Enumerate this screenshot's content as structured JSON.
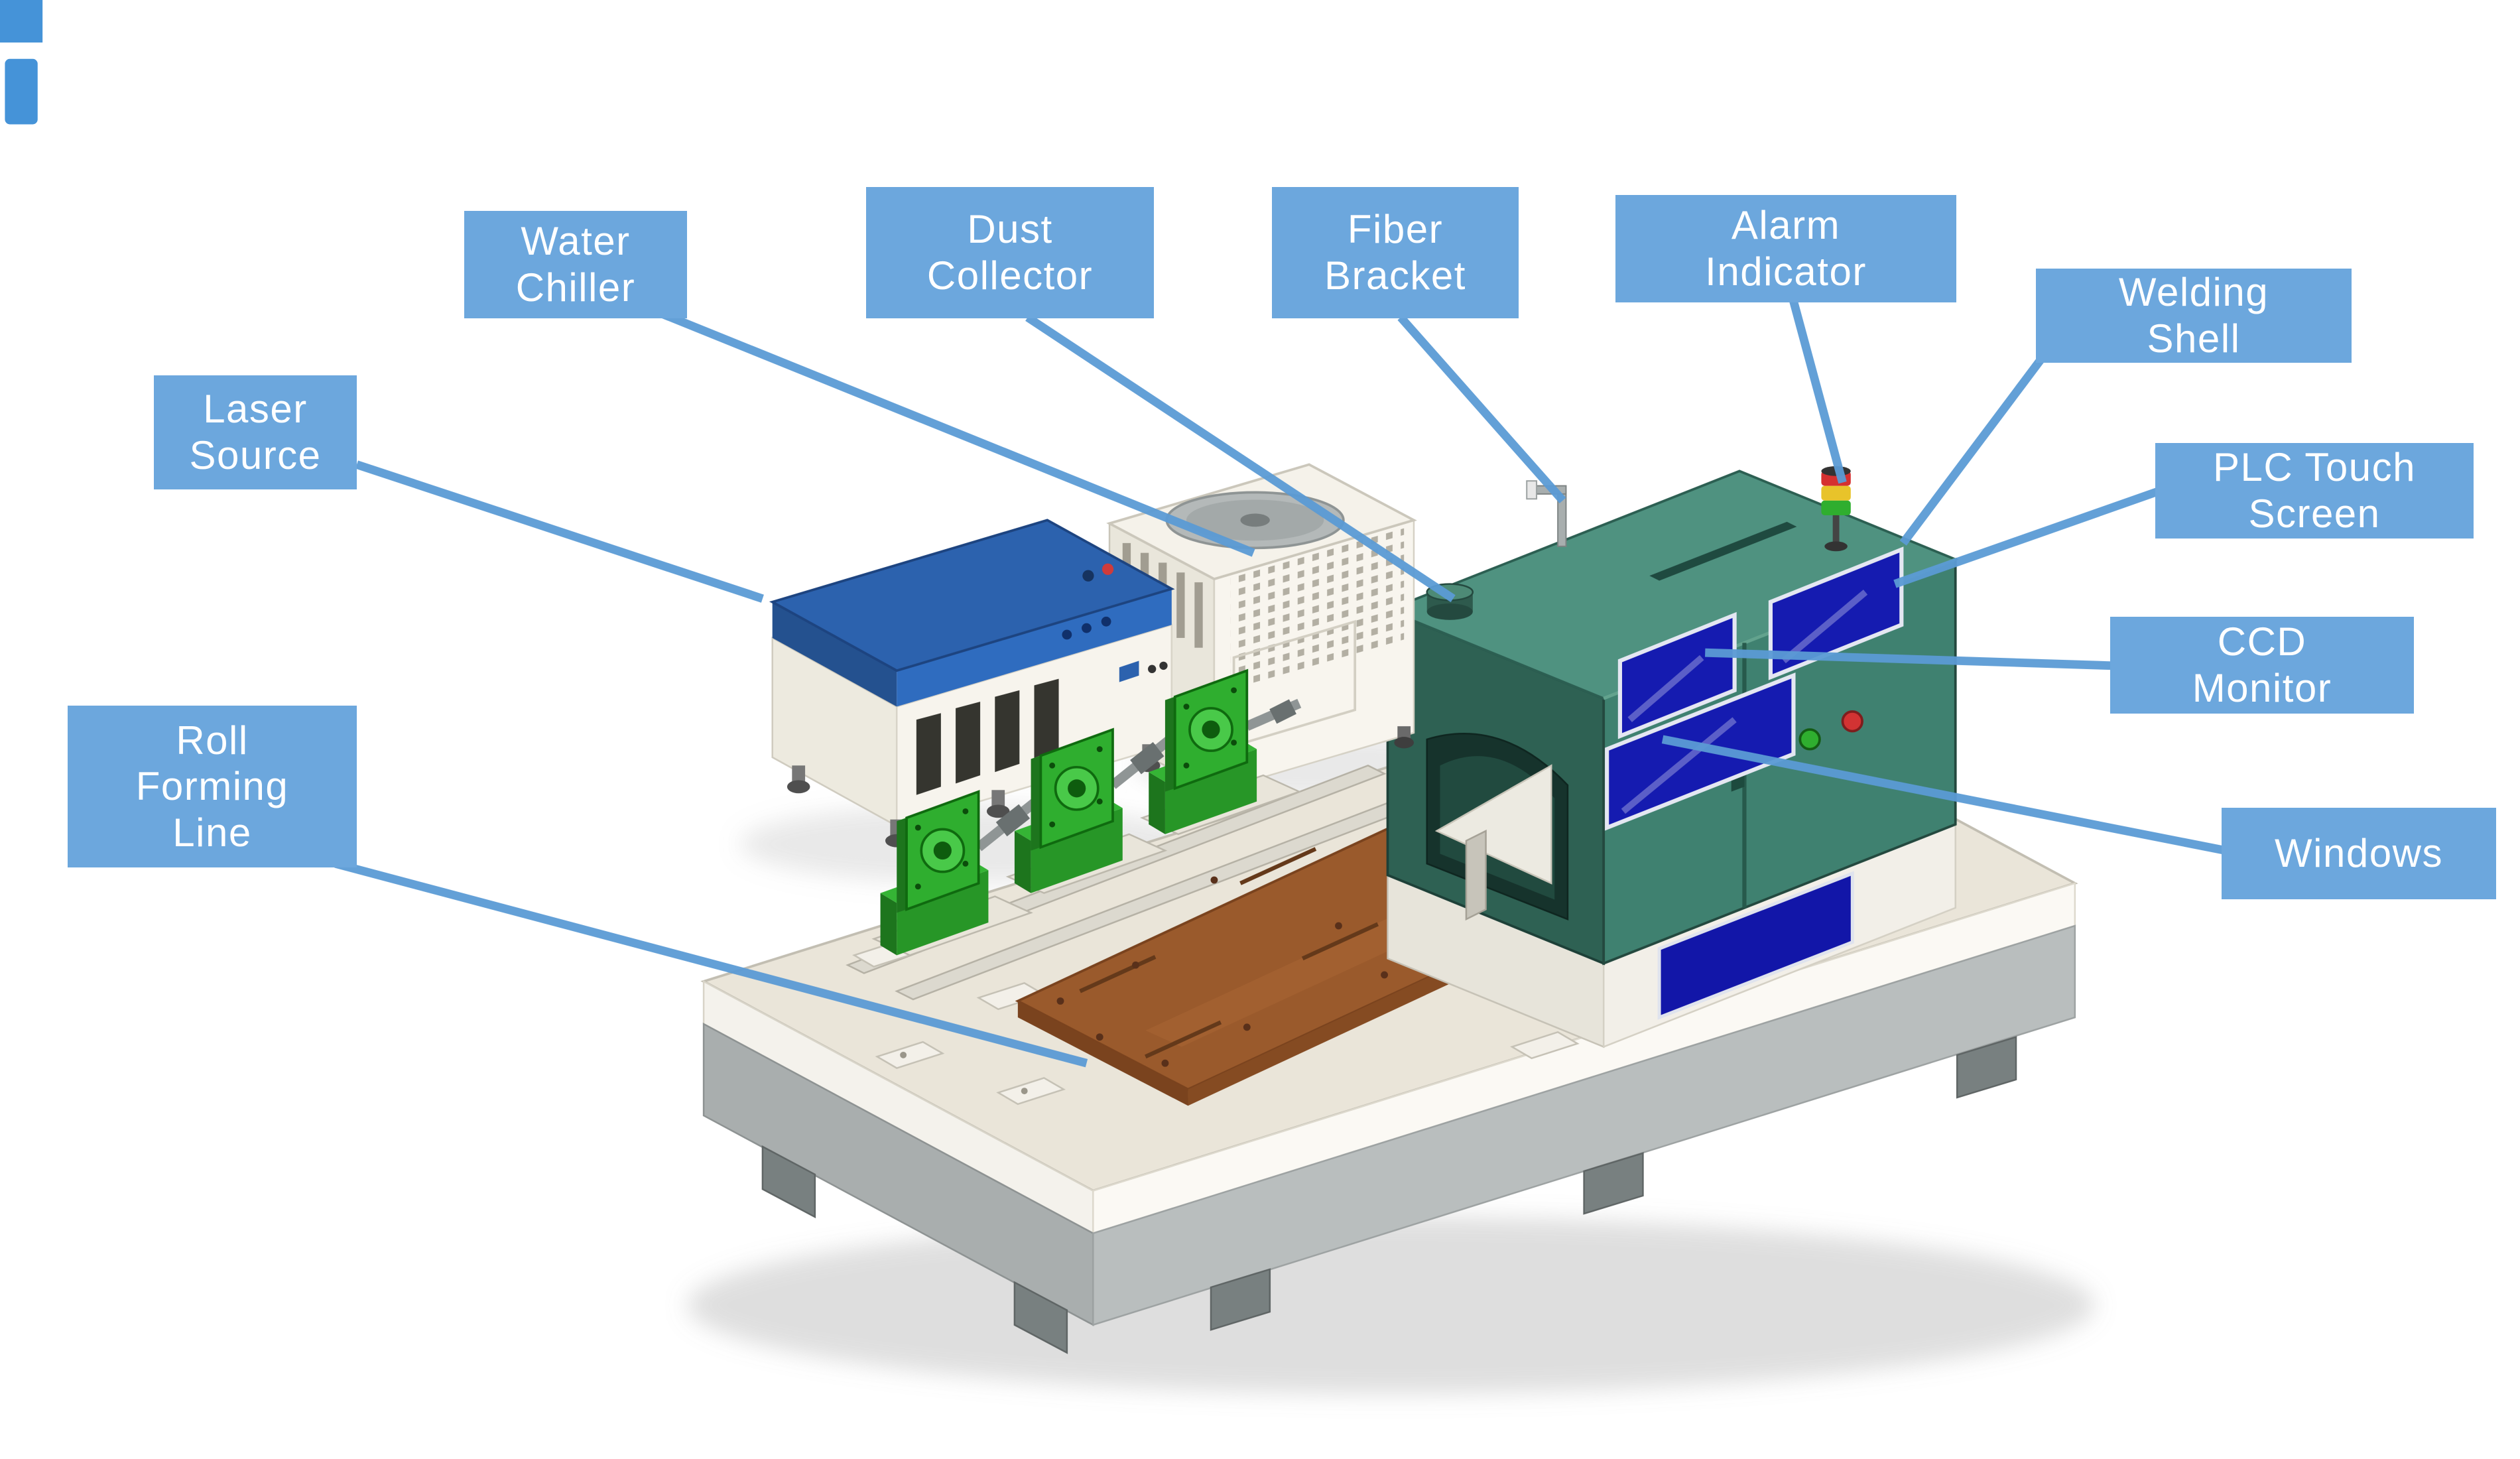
{
  "labels": [
    {
      "id": "laser-source",
      "text": "Laser\nSource"
    },
    {
      "id": "water-chiller",
      "text": "Water\nChiller"
    },
    {
      "id": "dust-collector",
      "text": "Dust\nCollector"
    },
    {
      "id": "fiber-bracket",
      "text": "Fiber\nBracket"
    },
    {
      "id": "alarm-indicator",
      "text": "Alarm\nIndicator"
    },
    {
      "id": "welding-shell",
      "text": "Welding\nShell"
    },
    {
      "id": "plc-touch-screen",
      "text": "PLC Touch\nScreen"
    },
    {
      "id": "ccd-monitor",
      "text": "CCD\nMonitor"
    },
    {
      "id": "windows",
      "text": "Windows"
    },
    {
      "id": "roll-forming-line",
      "text": "Roll\nForming\nLine"
    }
  ],
  "colors": {
    "background": "#ffffff",
    "label_bg": "#6ca7dd",
    "label_text": "#ffffff",
    "leader_line": "#5b9bd5",
    "machine_shell_teal": "#3f8170",
    "window_blue": "#151bb0",
    "roller_green": "#2fae2f",
    "plate_brown": "#9a5a2c",
    "laser_lid_blue": "#2c62ae",
    "alarm_red": "#d53030",
    "alarm_yellow": "#e8c32a",
    "alarm_green": "#2fae2f"
  }
}
